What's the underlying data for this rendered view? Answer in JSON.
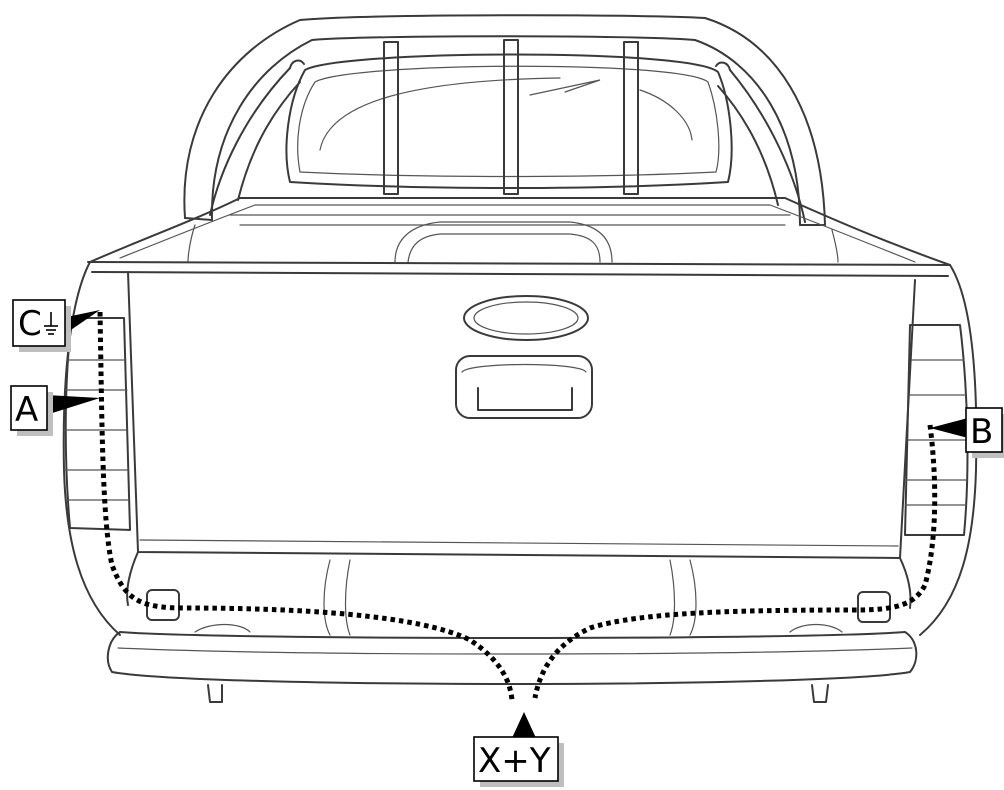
{
  "labels": {
    "a": "A",
    "b": "B",
    "c": "C",
    "xy": "X+Y"
  },
  "icons": {
    "ground": "ground-symbol-icon"
  },
  "colors": {
    "wire": "#000000",
    "outline": "#3a3a3a",
    "label_shadow": "#bfbfbf"
  }
}
